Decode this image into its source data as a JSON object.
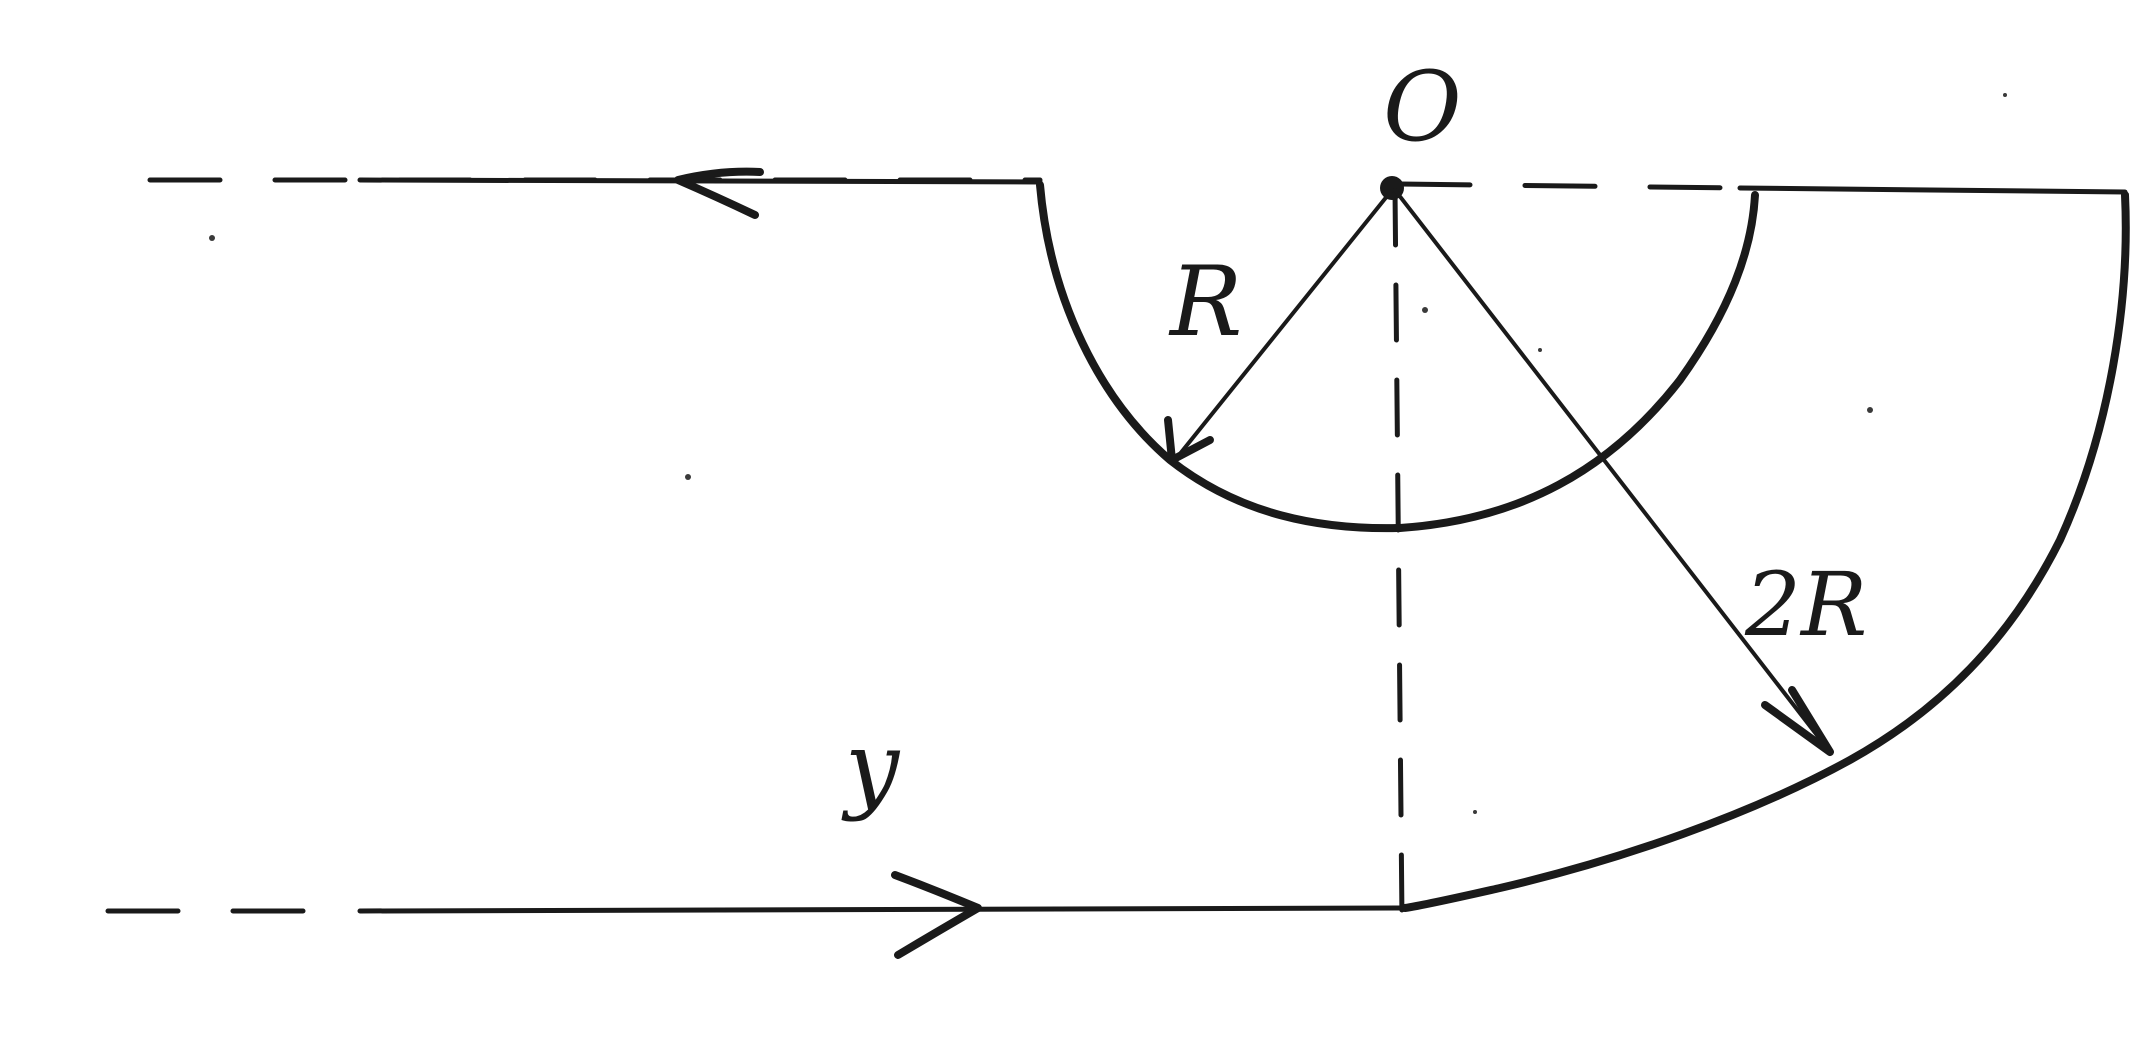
{
  "labels": {
    "center": "O",
    "inner_radius": "R",
    "outer_radius": "2R",
    "current": "y"
  },
  "colors": {
    "ink": "#1a1a1a",
    "background": "#ffffff"
  }
}
